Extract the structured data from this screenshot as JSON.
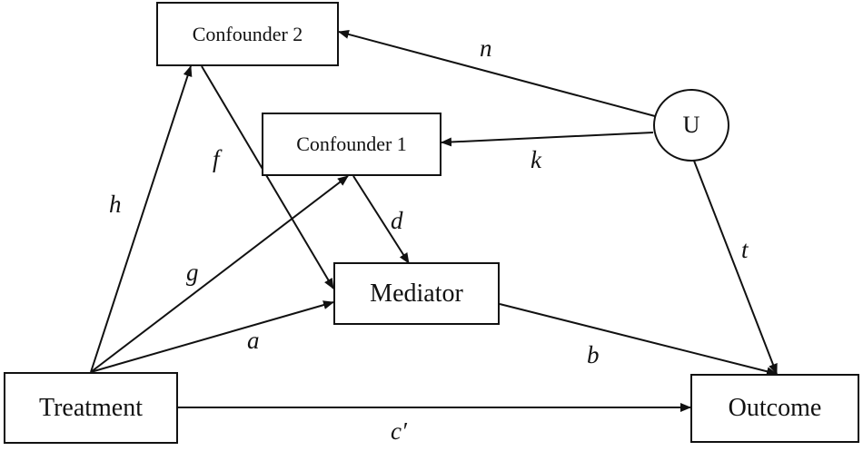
{
  "nodes": {
    "confounder2": "Confounder 2",
    "confounder1": "Confounder 1",
    "u": "U",
    "mediator": "Mediator",
    "treatment": "Treatment",
    "outcome": "Outcome"
  },
  "edges": {
    "n": "n",
    "k": "k",
    "h": "h",
    "f": "f",
    "g": "g",
    "d": "d",
    "a": "a",
    "t": "t",
    "b": "b",
    "c_prime": "c′"
  }
}
